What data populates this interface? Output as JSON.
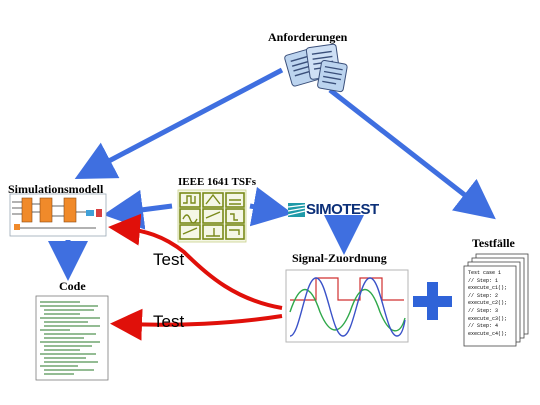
{
  "nodes": {
    "requirements": "Anforderungen",
    "simulation_model": "Simulationsmodell",
    "code": "Code",
    "signal_mapping": "Signal-Zuordnung",
    "test_cases": "Testfälle",
    "ieee_tsfs": "IEEE 1641 TSFs",
    "simotest": "SIMOTEST"
  },
  "edges": {
    "test_to_model": "Test",
    "test_to_code": "Test"
  },
  "test_case_listing": [
    "Test case 1",
    "// Step: 1",
    "execute_c1();",
    "// Step: 2",
    "execute_c2();",
    "// Step: 3",
    "execute_c3();",
    "// Step: 4",
    "execute_c4();"
  ],
  "colors": {
    "arrow_blue": "#3f6fe0",
    "arrow_red": "#e0100a",
    "plus_blue": "#2f63d8",
    "ieee_green": "#7a8a1a",
    "signal_green": "#2fa84a",
    "signal_red": "#d03030",
    "signal_blue": "#3a52c8"
  }
}
